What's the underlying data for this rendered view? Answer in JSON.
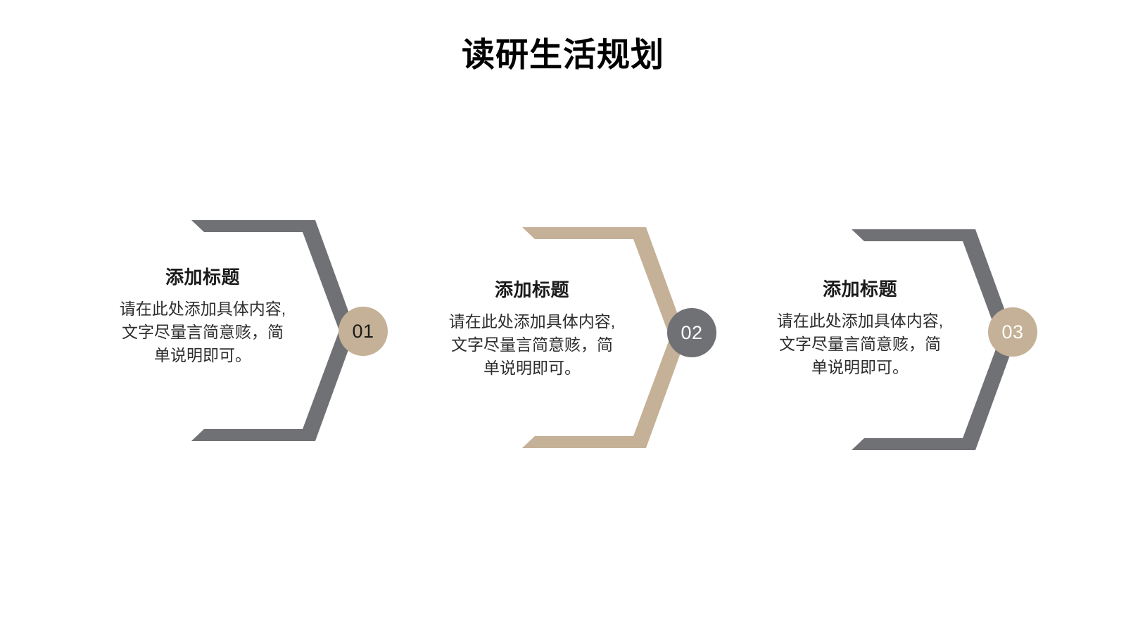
{
  "slide": {
    "title": "读研生活规划",
    "background_color": "#FFFFFF",
    "colors": {
      "gray": "#6F7175",
      "tan": "#C5B197",
      "title_text": "#000000",
      "body_text": "#2E2E2E",
      "number_light": "#FFFFFF",
      "number_dark": "#1A1A1A"
    }
  },
  "items": [
    {
      "number": "01",
      "title": "添加标题",
      "body": "请在此处添加具体内容，文字尽量言简意赅，简单说明即可。",
      "body_lines": [
        "请在此处添加具体内容,",
        "文字尽量言简意赅，简",
        "单说明即可。"
      ],
      "hex_color": "#6F7175",
      "circle_color": "#C5B197",
      "number_color": "#1A1A1A"
    },
    {
      "number": "02",
      "title": "添加标题",
      "body": "请在此处添加具体内容，文字尽量言简意赅，简单说明即可。",
      "body_lines": [
        "请在此处添加具体内容,",
        "文字尽量言简意赅，简",
        "单说明即可。"
      ],
      "hex_color": "#C5B197",
      "circle_color": "#6F7175",
      "number_color": "#FFFFFF"
    },
    {
      "number": "03",
      "title": "添加标题",
      "body": "请在此处添加具体内容，文字尽量言简意赅，简单说明即可。",
      "body_lines": [
        "请在此处添加具体内容,",
        "文字尽量言简意赅，简",
        "单说明即可。"
      ],
      "hex_color": "#6F7175",
      "circle_color": "#C5B197",
      "number_color": "#FFFFFF"
    }
  ]
}
